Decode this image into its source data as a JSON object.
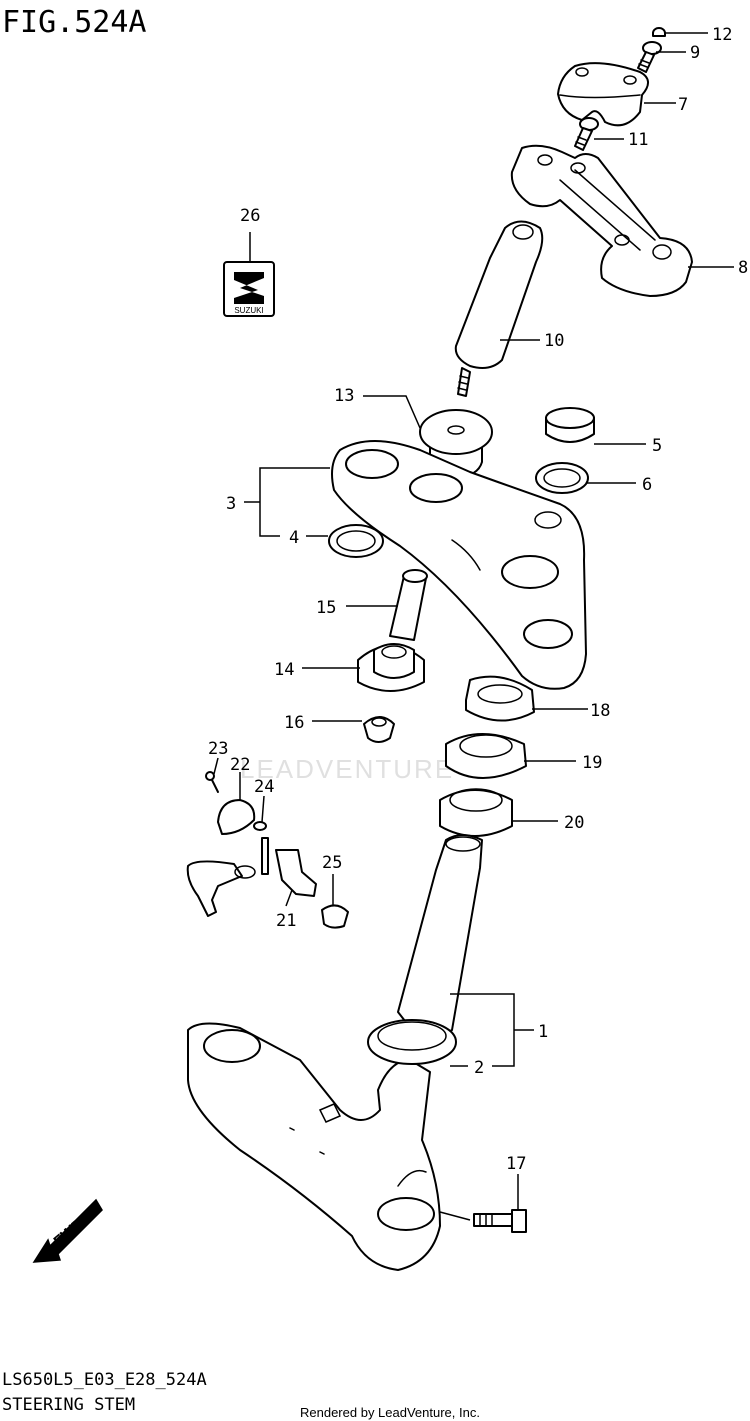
{
  "figure": {
    "title": "FIG.524A",
    "model_code": "LS650L5_E03_E28_524A",
    "section_name": "STEERING STEM",
    "rendered_by": "Rendered by LeadVenture, Inc.",
    "watermark": "LEADVENTURE",
    "fwd_label": "FWD",
    "emblem_text": "SUZUKI"
  },
  "callouts": [
    {
      "id": "1",
      "label": "1"
    },
    {
      "id": "2",
      "label": "2"
    },
    {
      "id": "3",
      "label": "3"
    },
    {
      "id": "4",
      "label": "4"
    },
    {
      "id": "5",
      "label": "5"
    },
    {
      "id": "6",
      "label": "6"
    },
    {
      "id": "7",
      "label": "7"
    },
    {
      "id": "8",
      "label": "8"
    },
    {
      "id": "9",
      "label": "9"
    },
    {
      "id": "10",
      "label": "10"
    },
    {
      "id": "11",
      "label": "11"
    },
    {
      "id": "12",
      "label": "12"
    },
    {
      "id": "13",
      "label": "13"
    },
    {
      "id": "14",
      "label": "14"
    },
    {
      "id": "15",
      "label": "15"
    },
    {
      "id": "16",
      "label": "16"
    },
    {
      "id": "17",
      "label": "17"
    },
    {
      "id": "18",
      "label": "18"
    },
    {
      "id": "19",
      "label": "19"
    },
    {
      "id": "20",
      "label": "20"
    },
    {
      "id": "21",
      "label": "21"
    },
    {
      "id": "22",
      "label": "22"
    },
    {
      "id": "23",
      "label": "23"
    },
    {
      "id": "24",
      "label": "24"
    },
    {
      "id": "25",
      "label": "25"
    },
    {
      "id": "26",
      "label": "26"
    }
  ]
}
